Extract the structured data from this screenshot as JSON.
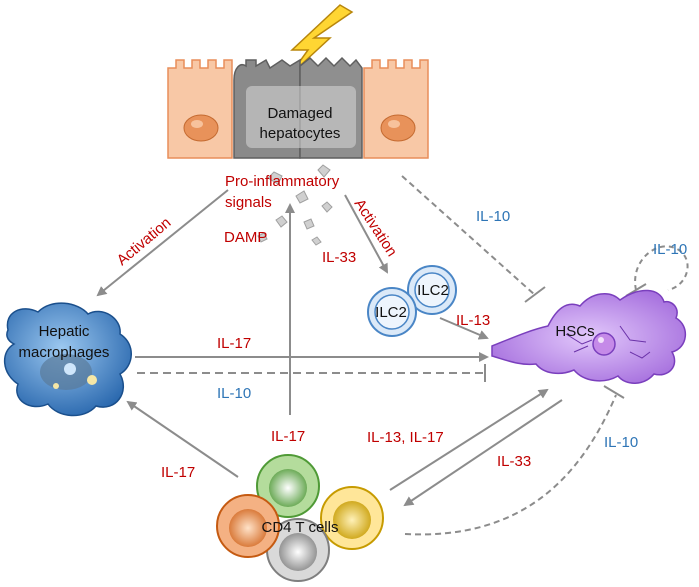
{
  "cells": {
    "damaged_hepatocytes": [
      "Damaged",
      "hepatocytes"
    ],
    "hepatic_macrophages": [
      "Hepatic",
      "macrophages"
    ],
    "hscs": "HSCs",
    "ilc2_a": "ILC2",
    "ilc2_b": "ILC2",
    "cd4": "CD4 T cells"
  },
  "signals": {
    "pro_inflammatory": [
      "Pro-inflammatory",
      "signals"
    ],
    "damp": "DAMP"
  },
  "edges": {
    "activation_left": "Activation",
    "activation_right": "Activation",
    "il33_ilc2": "IL-33",
    "il13_ilc2": "IL-13",
    "il10_hep_hsc": "IL-10",
    "il10_self": "IL-10",
    "il17_mac_hsc": "IL-17",
    "il10_hsc_mac": "IL-10",
    "il17_cd4_up": "IL-17",
    "il17_cd4_mac": "IL-17",
    "il13_il17_cd4_hsc": "IL-13, IL-17",
    "il33_hsc_cd4": "IL-33",
    "il10_hsc_cd4": "IL-10"
  },
  "colors": {
    "red_text": "#c00000",
    "blue_text": "#2e75b6",
    "arrow": "#8c8c8c",
    "hepatocyte_orange": "#f4b183",
    "hepatocyte_gray": "#8a8a8a",
    "macrophage": "#2f7fc7",
    "hsc": "#a870e0",
    "ilc2": "#cfe2f7"
  }
}
